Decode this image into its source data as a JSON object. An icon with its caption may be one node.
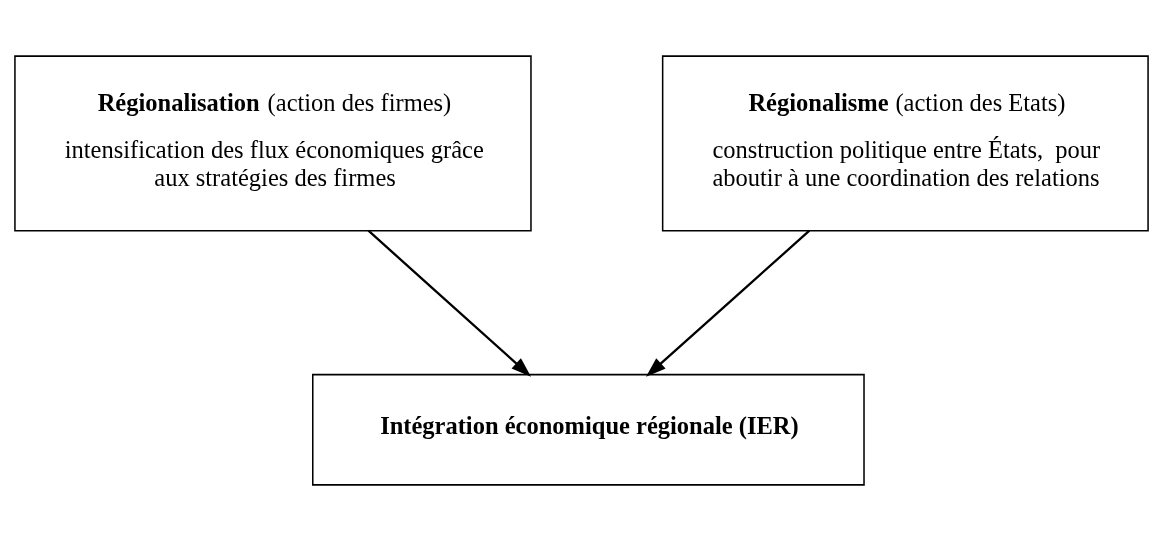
{
  "diagram": {
    "nodes": [
      {
        "text": [
          "**Régionalisation** (action des firmes)",
          "intensification des flux économiques grâce aux stratégies des firmes"
        ]
      },
      {
        "text": [
          "**Régionalisme** (action des Etats)",
          "construction politique entre États,  pour aboutir à une coordination des relations"
        ]
      },
      {
        "text": [
          "Intégration économique régionale (IER)"
        ]
      }
    ],
    "edges": [
      {
        "from": 0,
        "to": 2,
        "arrow": "to"
      },
      {
        "from": 1,
        "to": 2,
        "arrow": "to"
      }
    ]
  }
}
